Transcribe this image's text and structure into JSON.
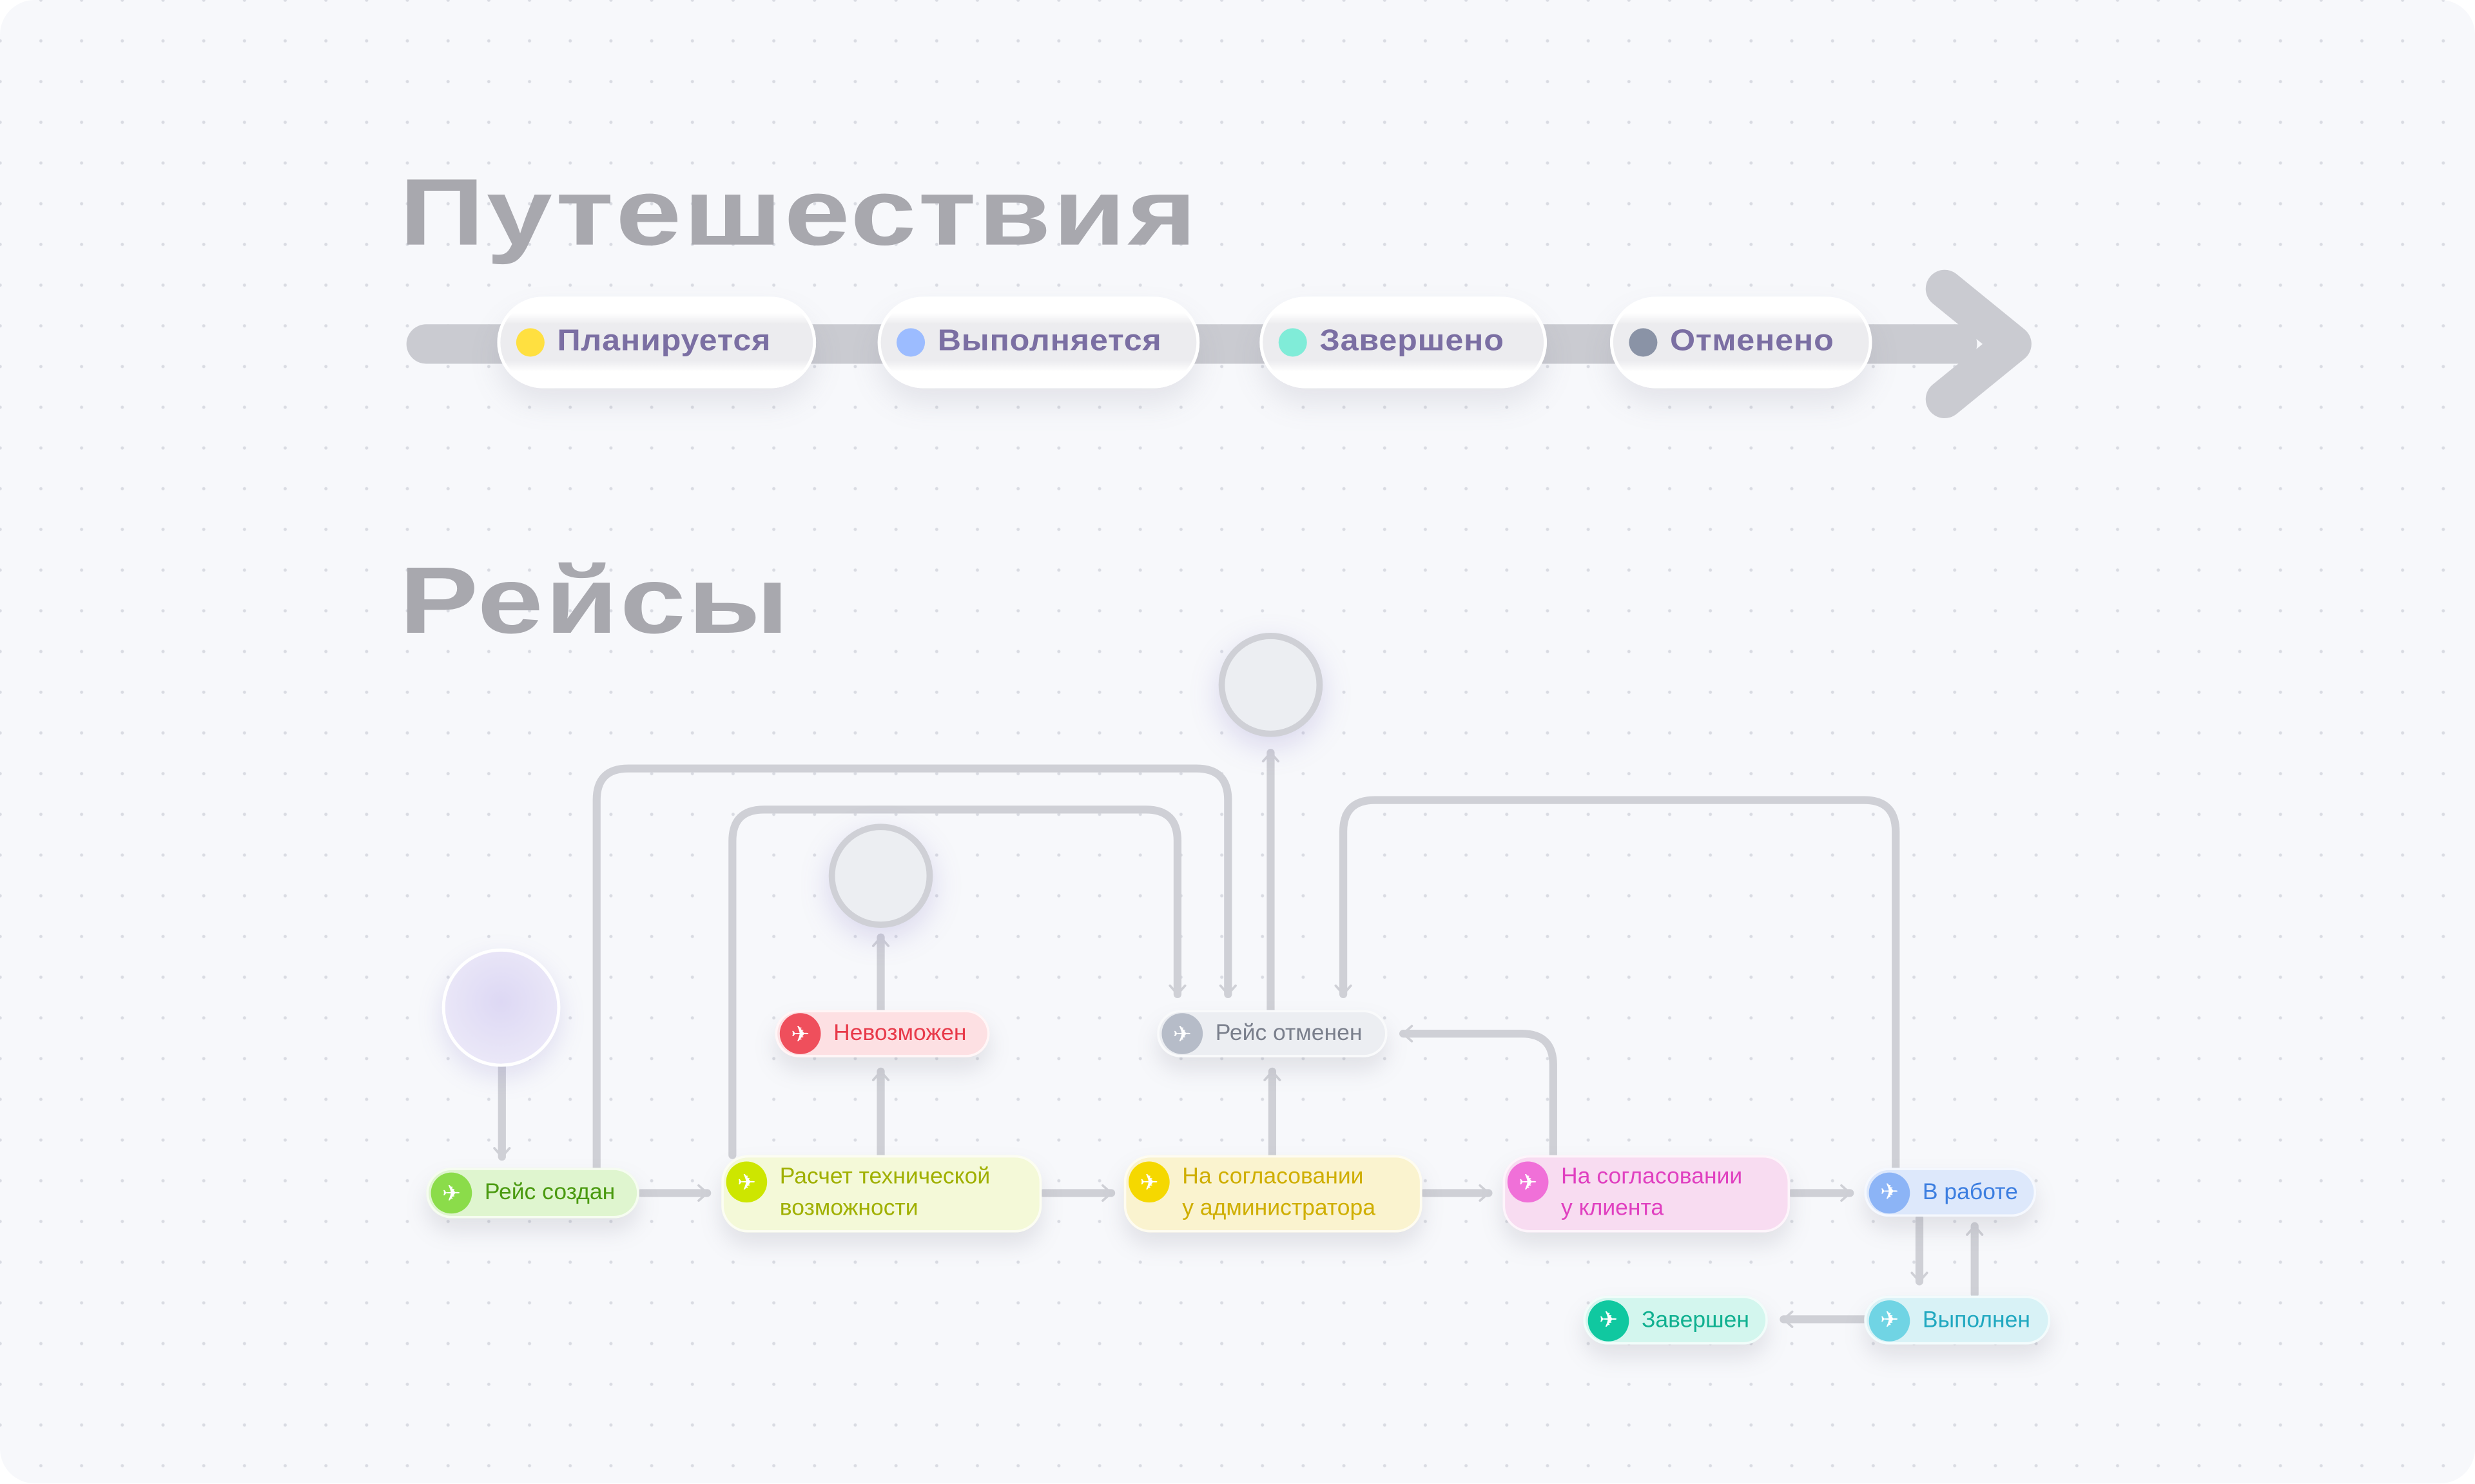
{
  "trips": {
    "title": "Путешествия",
    "statuses": [
      {
        "label": "Планируется",
        "color": "#ffe040"
      },
      {
        "label": "Выполняется",
        "color": "#9cbcff"
      },
      {
        "label": "Завершено",
        "color": "#80ecd8"
      },
      {
        "label": "Отменено",
        "color": "#8a93a6"
      }
    ]
  },
  "flights": {
    "title": "Рейсы",
    "nodes": {
      "created": {
        "label": "Рейс создан",
        "bg": "#dff5cf",
        "fg": "#4a9a10",
        "icon": "#8bdc4a"
      },
      "calc": {
        "label": "Расчет технической\nвозможности",
        "bg": "#f4f9d8",
        "fg": "#a0b000",
        "icon": "#cde600"
      },
      "admin": {
        "label": "На согласовании\nу администратора",
        "bg": "#faf3cf",
        "fg": "#cfae00",
        "icon": "#f5d800"
      },
      "client": {
        "label": "На согласовании\nу клиента",
        "bg": "#f8dcf1",
        "fg": "#e040c0",
        "icon": "#f070d8"
      },
      "inwork": {
        "label": "В работе",
        "bg": "#dde8fb",
        "fg": "#3c7ee0",
        "icon": "#8cb4f6"
      },
      "done": {
        "label": "Выполнен",
        "bg": "#d8f2f6",
        "fg": "#20a8c0",
        "icon": "#70d4e4"
      },
      "finished": {
        "label": "Завершен",
        "bg": "#d3f6ee",
        "fg": "#10b090",
        "icon": "#10c8a0"
      },
      "impossible": {
        "label": "Невозможен",
        "bg": "#fde0e3",
        "fg": "#e83a4a",
        "icon": "#ef4f5c"
      },
      "cancelled": {
        "label": "Рейс отменен",
        "bg": "#eceef2",
        "fg": "#7a7f8c",
        "icon": "#b6bcc8"
      }
    }
  }
}
